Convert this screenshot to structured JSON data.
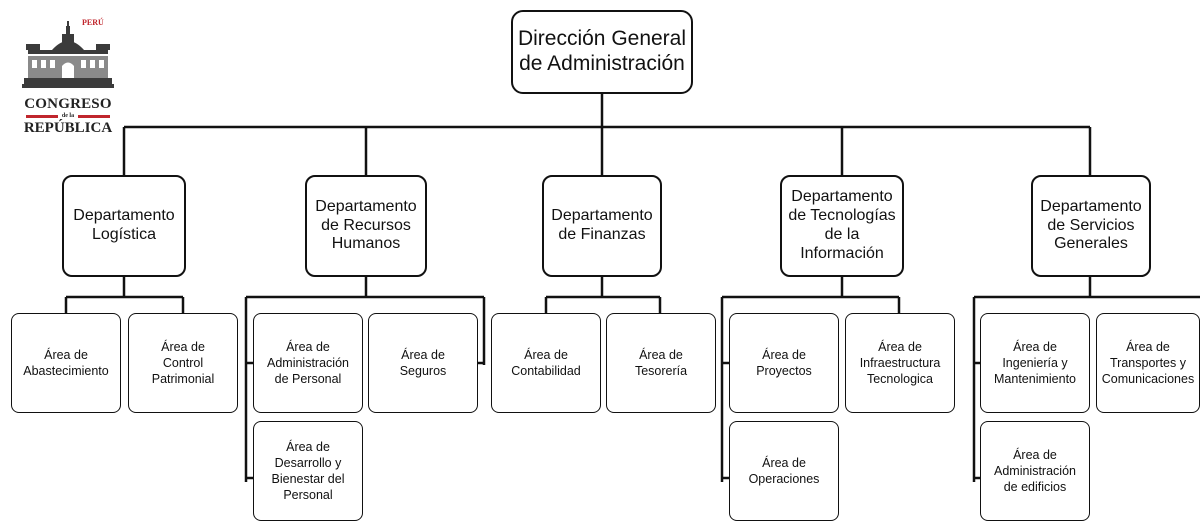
{
  "logo": {
    "country": "PERÚ",
    "line1": "CONGRESO",
    "line2": "de la",
    "line3": "REPÚBLICA",
    "accent": "#c0262d"
  },
  "org": {
    "root": "Dirección General\nde Administración",
    "departments": [
      {
        "name": "Departamento\nLogística",
        "areas": [
          "Área de\nAbastecimiento",
          "Área de\nControl\nPatrimonial"
        ]
      },
      {
        "name": "Departamento\nde Recursos\nHumanos",
        "areas": [
          "Área de\nAdministración\nde Personal",
          "Área de\nSeguros",
          "Área de\nDesarrollo y\nBienestar del\nPersonal"
        ]
      },
      {
        "name": "Departamento\nde Finanzas",
        "areas": [
          "Área de\nContabilidad",
          "Área de\nTesorería"
        ]
      },
      {
        "name": "Departamento\nde Tecnologías\nde la Información",
        "areas": [
          "Área de\nProyectos",
          "Área de\nInfraestructura\nTecnologica",
          "Área de\nOperaciones"
        ]
      },
      {
        "name": "Departamento\nde Servicios\nGenerales",
        "areas": [
          "Área de\nIngeniería  y\nMantenimiento",
          "Área de\nTransportes y\nComunicaciones",
          "Área de\nAdministración\nde edificios"
        ]
      }
    ]
  }
}
